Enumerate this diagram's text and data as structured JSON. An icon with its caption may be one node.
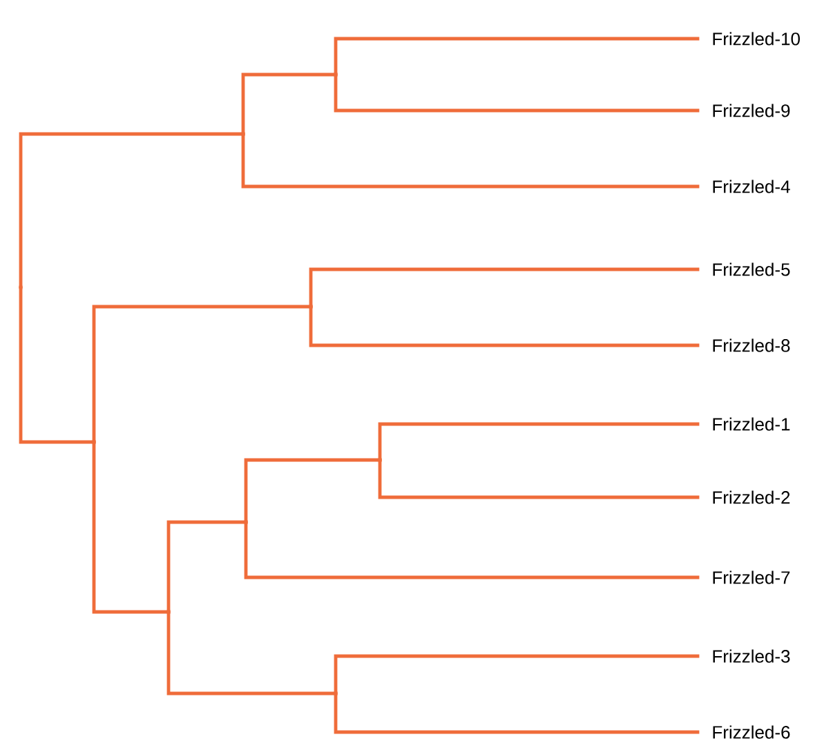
{
  "diagram": {
    "nodes": [
      {
        "text": [
          "Frizzled-10"
        ]
      },
      {
        "text": [
          "Frizzled-9"
        ]
      },
      {
        "text": [
          "Frizzled-4"
        ]
      },
      {
        "text": [
          "Frizzled-5"
        ]
      },
      {
        "text": [
          "Frizzled-8"
        ]
      },
      {
        "text": [
          "Frizzled-1"
        ]
      },
      {
        "text": [
          "Frizzled-2"
        ]
      },
      {
        "text": [
          "Frizzled-7"
        ]
      },
      {
        "text": [
          "Frizzled-3"
        ]
      },
      {
        "text": [
          "Frizzled-6"
        ]
      },
      {
        "text": [],
        "shape": "dot"
      },
      {
        "text": [],
        "shape": "dot"
      },
      {
        "text": [],
        "shape": "dot"
      },
      {
        "text": [],
        "shape": "dot"
      },
      {
        "text": [],
        "shape": "dot"
      },
      {
        "text": [],
        "shape": "dot"
      },
      {
        "text": [],
        "shape": "dot"
      },
      {
        "text": [],
        "shape": "dot"
      },
      {
        "text": [],
        "shape": "dot"
      }
    ],
    "edges": [
      {
        "from": 10,
        "to": 11,
        "arrow": "none"
      },
      {
        "from": 10,
        "to": 12,
        "arrow": "none"
      },
      {
        "from": 11,
        "to": 13,
        "arrow": "none"
      },
      {
        "from": 11,
        "to": 2,
        "arrow": "none"
      },
      {
        "from": 13,
        "to": 0,
        "arrow": "none"
      },
      {
        "from": 13,
        "to": 1,
        "arrow": "none"
      },
      {
        "from": 12,
        "to": 14,
        "arrow": "none"
      },
      {
        "from": 12,
        "to": 15,
        "arrow": "none"
      },
      {
        "from": 14,
        "to": 3,
        "arrow": "none"
      },
      {
        "from": 14,
        "to": 4,
        "arrow": "none"
      },
      {
        "from": 15,
        "to": 16,
        "arrow": "none"
      },
      {
        "from": 15,
        "to": 17,
        "arrow": "none"
      },
      {
        "from": 16,
        "to": 18,
        "arrow": "none"
      },
      {
        "from": 16,
        "to": 7,
        "arrow": "none"
      },
      {
        "from": 18,
        "to": 5,
        "arrow": "none"
      },
      {
        "from": 18,
        "to": 6,
        "arrow": "none"
      },
      {
        "from": 17,
        "to": 8,
        "arrow": "none"
      },
      {
        "from": 17,
        "to": 9,
        "arrow": "none"
      }
    ]
  }
}
